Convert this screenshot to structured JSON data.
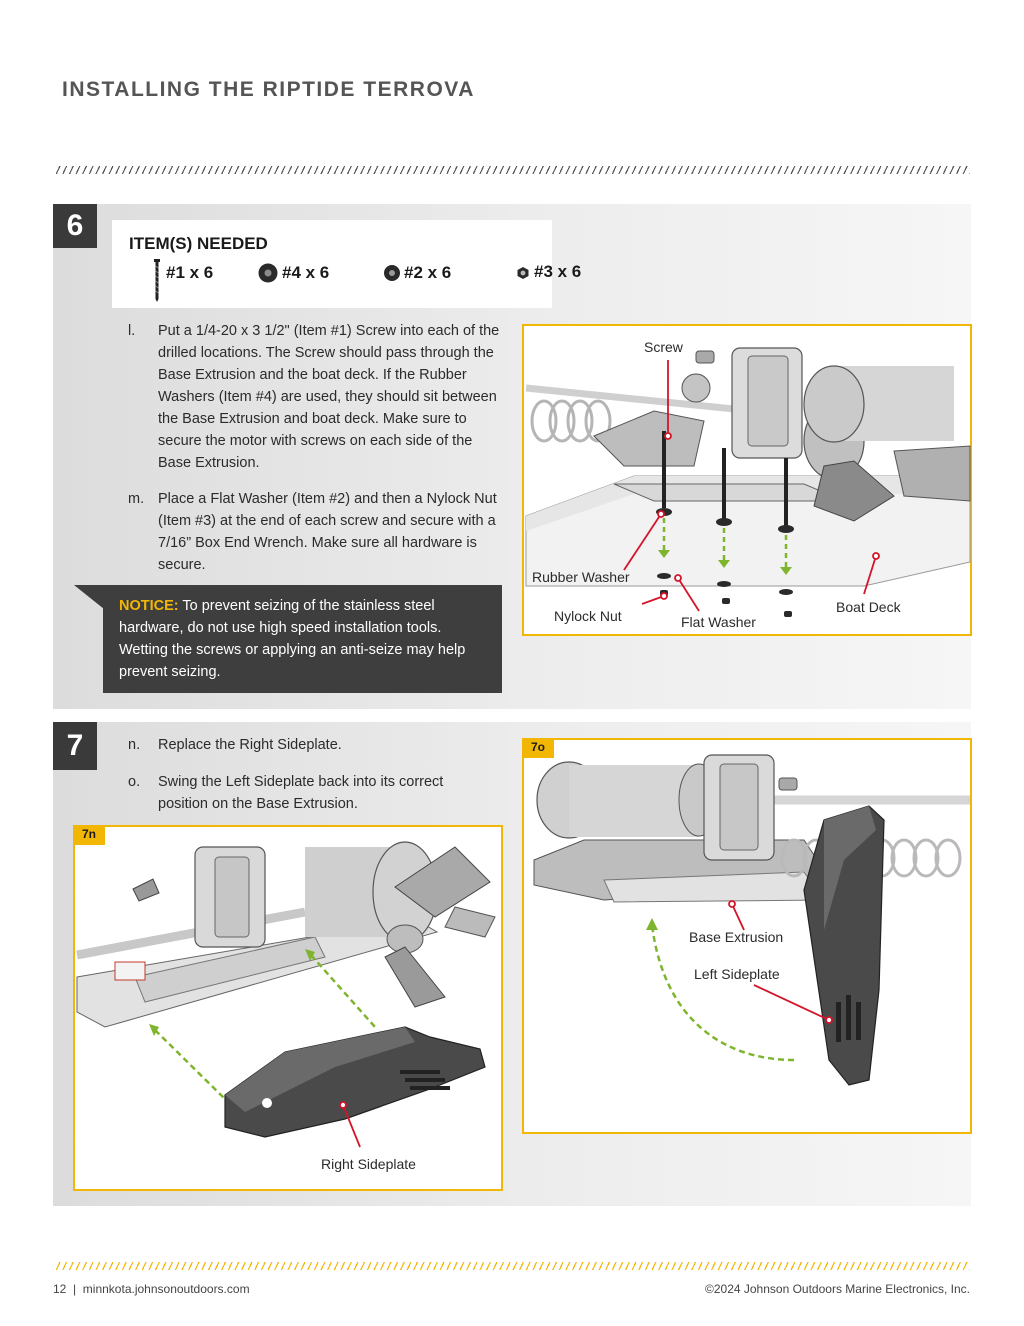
{
  "page": {
    "title": "INSTALLING THE RIPTIDE TERROVA"
  },
  "step6": {
    "number": "6",
    "items_title": "ITEM(S) NEEDED",
    "items": [
      {
        "label": "#1 x 6",
        "icon": "screw-icon"
      },
      {
        "label": "#4 x 6",
        "icon": "rubber-washer-icon"
      },
      {
        "label": "#2 x 6",
        "icon": "flat-washer-icon"
      },
      {
        "label": "#3 x 6",
        "icon": "nylock-nut-icon"
      }
    ],
    "instructions": [
      {
        "letter": "l.",
        "text": "Put a 1/4-20 x 3 1/2\" (Item #1) Screw into each of the drilled locations. The Screw should pass through the Base Extrusion and the boat deck. If the Rubber Washers (Item #4) are used, they should sit between the Base Extrusion and boat deck. Make sure to secure the motor with screws on each side of the Base Extrusion."
      },
      {
        "letter": "m.",
        "text": "Place a Flat Washer (Item #2) and then a Nylock Nut (Item #3) at the end of each screw and secure with a 7/16” Box End Wrench. Make sure all hardware is secure."
      }
    ],
    "notice_label": "NOTICE:",
    "notice_text": " To prevent seizing of the stainless steel hardware, do not use high speed installation tools. Wetting the screws or applying an anti-seize may help prevent seizing.",
    "figure_callouts": {
      "screw": "Screw",
      "rubber_washer": "Rubber Washer",
      "nylock_nut": "Nylock Nut",
      "flat_washer": "Flat Washer",
      "boat_deck": "Boat Deck"
    }
  },
  "step7": {
    "number": "7",
    "instructions": [
      {
        "letter": "n.",
        "text": "Replace the Right Sideplate."
      },
      {
        "letter": "o.",
        "text": "Swing the Left Sideplate back into its correct position on the Base Extrusion."
      }
    ],
    "figure_n": {
      "tag": "7n",
      "callout": "Right Sideplate"
    },
    "figure_o": {
      "tag": "7o",
      "callouts": {
        "base_extrusion": "Base Extrusion",
        "left_sideplate": "Left Sideplate"
      }
    }
  },
  "footer": {
    "left": "12  |  minnkota.johnsonoutdoors.com",
    "right": "©2024 Johnson Outdoors Marine Electronics, Inc."
  },
  "colors": {
    "accent": "#f2b705",
    "callout_red": "#d4142a",
    "arrow_green": "#7fb52e",
    "dark": "#3a3a3a"
  }
}
